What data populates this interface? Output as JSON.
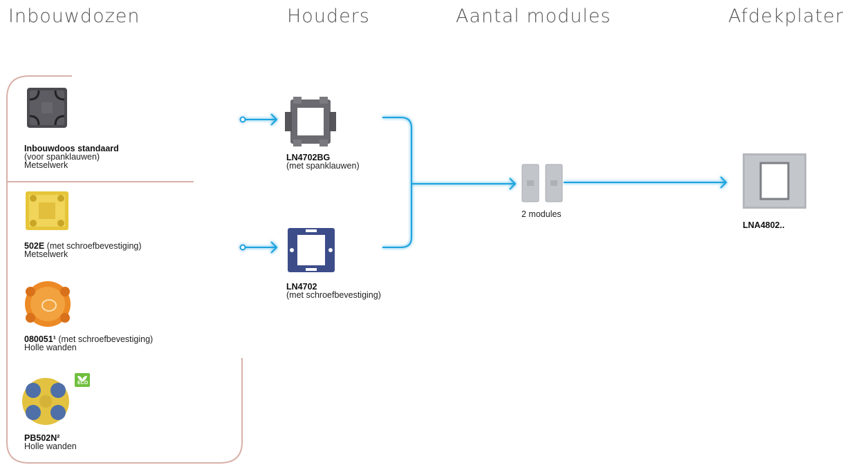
{
  "headers": {
    "inbouwdozen": "Inbouwdozen",
    "houders": "Houders",
    "modules": "Aantal modules",
    "afdekplaten": "Afdekplaten"
  },
  "boxes": [
    {
      "code": "Inbouwdoos standaard",
      "note": "",
      "line2": "(voor spanklauwen)",
      "line3": "Metselwerk"
    },
    {
      "code": "502E",
      "note": " (met schroefbevestiging)",
      "line2": "Metselwerk",
      "line3": ""
    },
    {
      "code": "080051¹",
      "note": " (met schroefbevestiging)",
      "line2": "Holle wanden",
      "line3": ""
    },
    {
      "code": "PB502N²",
      "note": "",
      "line2": "Holle wanden",
      "line3": ""
    }
  ],
  "eco_badge": "ECO",
  "holders": [
    {
      "code": "LN4702BG",
      "note": "(met spanklauwen)"
    },
    {
      "code": "LN4702",
      "note": "(met schroefbevestiging)"
    }
  ],
  "modules_label": "2 modules",
  "plate": {
    "code": "LNA4802.."
  },
  "colors": {
    "arrow": "#1ea3df",
    "bracket": "#d9b0a8"
  }
}
